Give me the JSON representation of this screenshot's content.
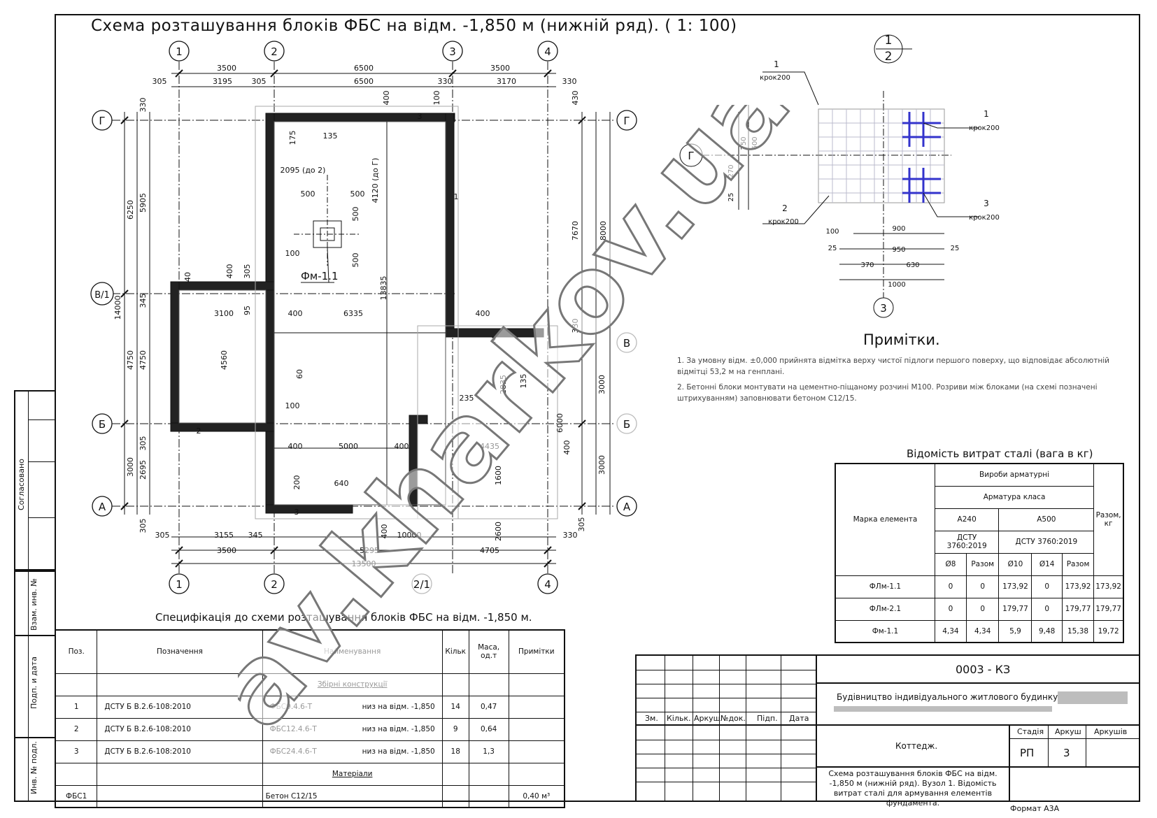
{
  "drawing_title": "Схема розташування блоків ФБС на відм. -1,850 м (нижній ряд). ( 1: 100)",
  "axes": {
    "columns": [
      "1",
      "2",
      "3",
      "4"
    ],
    "rows": [
      "Г",
      "В/1",
      "Б",
      "А"
    ],
    "right_rows": [
      "Г",
      "В",
      "Б",
      "А"
    ],
    "extra": [
      "2/1"
    ]
  },
  "dimensions": {
    "top_outer": [
      "3500",
      "6500",
      "3500"
    ],
    "top_inner": [
      "305",
      "3195",
      "305",
      "6500",
      "330",
      "3170",
      "330"
    ],
    "bottom_inner": [
      "305",
      "3155",
      "345",
      "5295",
      "4705",
      "330"
    ],
    "bottom_outer": [
      "3500",
      "10000",
      "13500"
    ],
    "left_outer": [
      "6250",
      "14000",
      "4750",
      "3000"
    ],
    "left_inner": [
      "330",
      "5905",
      "345",
      "4750",
      "305",
      "2695",
      "305"
    ],
    "right": [
      "430",
      "7670",
      "8000",
      "330",
      "3000",
      "6000",
      "3000",
      "305"
    ],
    "interior": [
      "400",
      "100",
      "175",
      "135",
      "2095 (до 2)",
      "500",
      "500",
      "4120 (до Г)",
      "500",
      "500",
      "100",
      "13835",
      "40",
      "400",
      "305",
      "95",
      "3100",
      "400",
      "6335",
      "400",
      "4560",
      "60",
      "100",
      "400",
      "5000",
      "400",
      "200",
      "640",
      "235",
      "2835",
      "135",
      "4435",
      "400",
      "1600",
      "400",
      "2600"
    ],
    "block_labels": [
      "3",
      "1",
      "2",
      "3",
      "2"
    ]
  },
  "foundation_label": "Фм-1.1",
  "detail": {
    "number_top": "1",
    "number_bottom": "2",
    "axis_g": "Г",
    "axis_3": "3",
    "callouts": [
      {
        "mark": "1",
        "step": "крок200"
      },
      {
        "mark": "1",
        "step": "крок200"
      },
      {
        "mark": "2",
        "step": "крок200"
      },
      {
        "mark": "3",
        "step": "крок200"
      }
    ],
    "dims_left": [
      "750",
      "600",
      "270",
      "25"
    ],
    "dims_bottom": [
      "100",
      "900",
      "25",
      "950",
      "25",
      "370",
      "630",
      "1000"
    ]
  },
  "notes": {
    "title": "Примітки.",
    "items": [
      "1. За умовну відм. ±0,000 прийнята відмітка верху чистої підлоги першого поверху, що відповідає абсолютній відмітці 53,2 м на генплані.",
      "2. Бетонні блоки монтувати на цементно-піщаному розчині М100. Розриви між блоками (на схемі позначені штрихуванням) заповнювати бетоном С12/15."
    ]
  },
  "steel": {
    "caption": "Відомість витрат сталі (вага в кг)",
    "h_mark": "Марка елемента",
    "h_products": "Вироби арматурні",
    "h_class": "Арматура класа",
    "h_a240": "А240",
    "h_a500": "А500",
    "h_std1": "ДСТУ 3760:2019",
    "h_std2": "ДСТУ 3760:2019",
    "h_total": "Разом, кг",
    "h_d8": "Ø8",
    "h_sum1": "Разом",
    "h_d10": "Ø10",
    "h_d14": "Ø14",
    "h_sum2": "Разом",
    "rows": [
      [
        "ФЛм-1.1",
        "0",
        "0",
        "173,92",
        "0",
        "173,92",
        "173,92"
      ],
      [
        "ФЛм-2.1",
        "0",
        "0",
        "179,77",
        "0",
        "179,77",
        "179,77"
      ],
      [
        "Фм-1.1",
        "4,34",
        "4,34",
        "5,9",
        "9,48",
        "15,38",
        "19,72"
      ]
    ]
  },
  "spec": {
    "caption": "Специфікація до схеми розташування блоків ФБС на відм. -1,850 м.",
    "h_pos": "Поз.",
    "h_desig": "Позначення",
    "h_name": "Найменування",
    "h_qty": "Кільк",
    "h_mass": "Маса, од.т",
    "h_note": "Примітки",
    "section1": "Збірні конструкції",
    "rows": [
      [
        "1",
        "ДСТУ Б В.2.6-108:2010",
        "ФБС9.4.6-Т",
        "низ на відм. -1,850",
        "14",
        "0,47",
        ""
      ],
      [
        "2",
        "ДСТУ Б В.2.6-108:2010",
        "ФБС12.4.6-Т",
        "низ на відм. -1,850",
        "9",
        "0,64",
        ""
      ],
      [
        "3",
        "ДСТУ Б В.2.6-108:2010",
        "ФБС24.4.6-Т",
        "низ на відм. -1,850",
        "18",
        "1,3",
        ""
      ]
    ],
    "section2": "Матеріали",
    "mat_row": [
      "ФБС1",
      "",
      "Бетон С12/15",
      "",
      "",
      "0,40 м³"
    ]
  },
  "title_block": {
    "code": "0003 - КЗ",
    "project": "Будівництво індивідуального житлового будинку по вул.",
    "h_zm": "Зм.",
    "h_kil": "Кільк.",
    "h_ark": "Аркуш",
    "h_doc": "№док.",
    "h_pidp": "Підп.",
    "h_data": "Дата",
    "object": "Коттедж.",
    "h_stage": "Стадія",
    "h_sheet": "Аркуш",
    "h_sheets": "Аркушів",
    "stage": "РП",
    "sheet": "3",
    "sheets": "",
    "drawing_name": "Схема розташування блоків ФБС на відм. -1,850 м (нижній ряд). Вузол 1. Відомість витрат сталі для армування елементів фундамента.",
    "format": "Формат А3А"
  },
  "side_stamp": {
    "agreed": "Согласовано",
    "inv_vz": "Взам. инв. №",
    "sign_date": "Подп. и дата",
    "inv_orig": "Инв. № подл."
  },
  "watermark": "av.kharkov.ua"
}
